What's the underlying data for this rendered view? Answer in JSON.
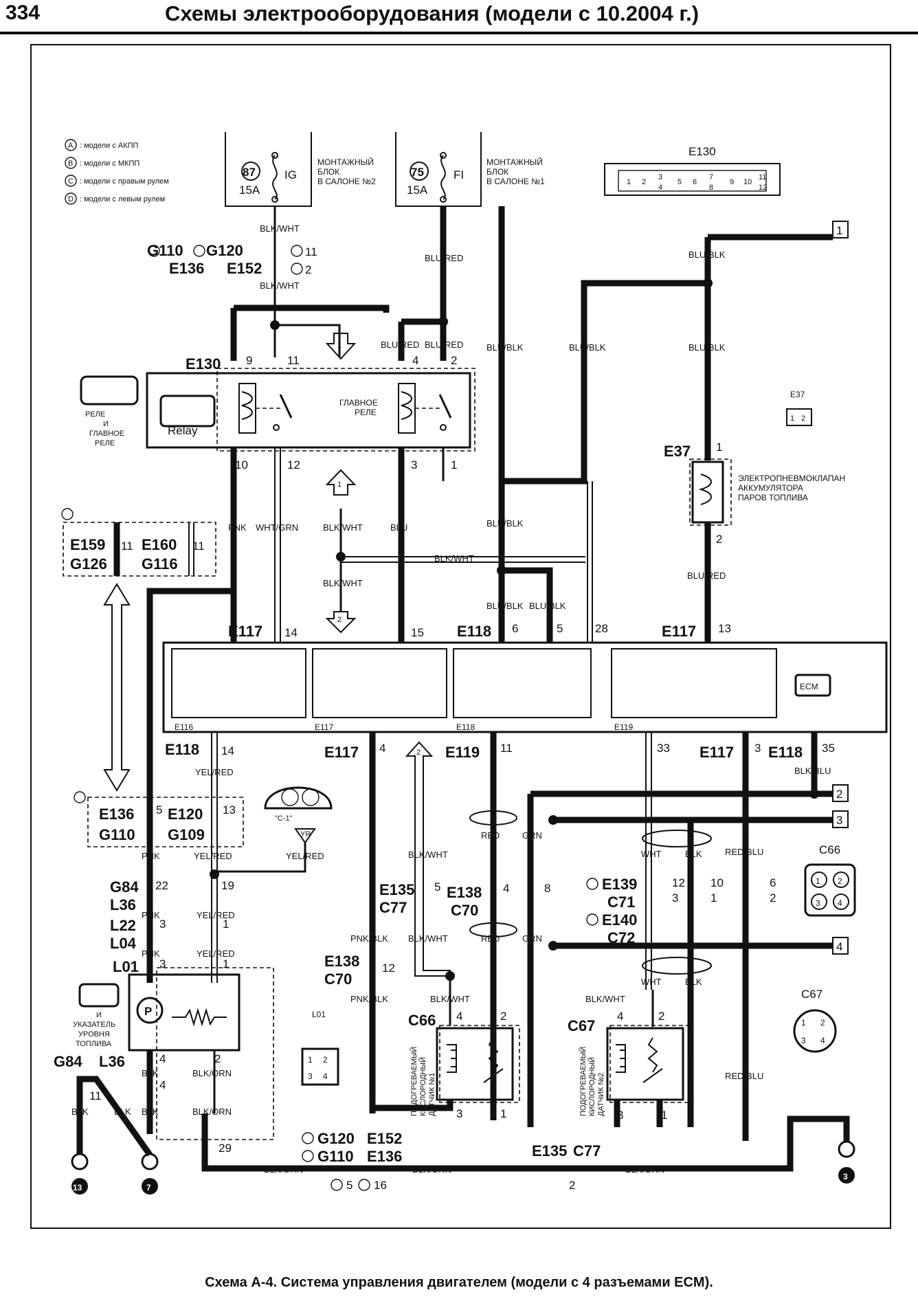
{
  "header": {
    "page_number": "334",
    "title": "Схемы электрооборудования (модели с 10.2004 г.)"
  },
  "caption": "Схема А-4. Система управления двигателем (модели с 4 разъемами ECM).",
  "legend": [
    {
      "mark": "A",
      "text": ": модели с АКПП"
    },
    {
      "mark": "B",
      "text": ": модели с МКПП"
    },
    {
      "mark": "C",
      "text": ": модели с правым рулем"
    },
    {
      "mark": "D",
      "text": ": модели с левым рулем"
    }
  ],
  "fuses": {
    "ig": {
      "number": "87",
      "amps": "15A",
      "name": "IG",
      "block": [
        "МОНТАЖНЫЙ",
        "БЛОК",
        "В САЛОНЕ №2"
      ]
    },
    "fi": {
      "number": "75",
      "amps": "15A",
      "name": "FI",
      "block": [
        "МОНТАЖНЫЙ",
        "БЛОК",
        "В САЛОНЕ №1"
      ]
    }
  },
  "connectors": {
    "e130_top": {
      "label": "E130",
      "pins": [
        "1",
        "2",
        "3",
        "4",
        "5",
        "6",
        "7",
        "8",
        "9",
        "10",
        "11",
        "12"
      ]
    },
    "g110": "G110",
    "g120": "G120",
    "e136": "E136",
    "e152": "E152",
    "c11": "11",
    "d2": "2",
    "e130": "E130",
    "e37_small": "E37",
    "e37_small_pins": [
      "1",
      "2"
    ],
    "e37": "E37",
    "e117_a": "E117",
    "e118_a": "E118",
    "e117_b": "E117",
    "e159": "E159",
    "g126": "G126",
    "e160": "E160",
    "g116": "G116",
    "e136_b": "E136",
    "g110_b": "G110",
    "e120": "E120",
    "g109": "G109",
    "g84": "G84",
    "l36": "L36",
    "l22": "L22",
    "l04": "L04",
    "l01": "L01",
    "e118_b": "E118",
    "e117_c": "E117",
    "e119": "E119",
    "e117_d": "E117",
    "e118_c": "E118",
    "e135": "E135",
    "c77": "C77",
    "e138": "E138",
    "c70": "C70",
    "e139": "E139",
    "c71": "C71",
    "e140": "E140",
    "c72": "C72",
    "e138_b": "E138",
    "c70_b": "C70",
    "c66": "C66",
    "c67": "C67",
    "c66_side": "C66",
    "c67_side": "C67",
    "l01_small": "L01",
    "l01_pins": [
      "1",
      "2",
      "3",
      "4"
    ],
    "c66_pins": [
      "1",
      "2",
      "3",
      "4"
    ],
    "c67_pins": [
      "1",
      "2",
      "3",
      "4"
    ],
    "g84_b": "G84",
    "l36_b": "L36",
    "g120_b": "G120",
    "e152_b": "E152",
    "g110_c": "G110",
    "e136_c": "E136",
    "e135_b": "E135",
    "c77_b": "C77",
    "c5": "5",
    "d16": "16"
  },
  "wires": {
    "blk_wht": "BLK/WHT",
    "blu_red": "BLU/RED",
    "blu_blk": "BLU/BLK",
    "pnk": "PNK",
    "wht_grn": "WHT/GRN",
    "blu": "BLU",
    "yel_red": "YEL/RED",
    "blk_blu": "BLK/BLU",
    "red": "RED",
    "grn": "GRN",
    "wht": "WHT",
    "blk": "BLK",
    "red_blu": "RED/BLU",
    "pnk_blk": "PNK/BLK",
    "blk_orn": "BLK/ORN"
  },
  "components": {
    "relay_label": [
      "РЕЛЕ",
      "И",
      "ГЛАВНОЕ",
      "РЕЛЕ"
    ],
    "relay_text": "Relay",
    "main_relay": [
      "ГЛАВНОЕ",
      "РЕЛЕ"
    ],
    "e37_desc": [
      "ЭЛЕКТРОПНЕВМОКЛАПАН",
      "АККУМУЛЯТОРА",
      "ПАРОВ ТОПЛИВА"
    ],
    "pump_label": [
      "И",
      "УКАЗАТЕЛЬ",
      "УРОВНЯ",
      "ТОПЛИВА"
    ],
    "sensor1": [
      "ПОДОГРЕВАЕМЫЙ",
      "КИСЛОРОДНЫЙ",
      "ДАТЧИК №1"
    ],
    "sensor2": [
      "ПОДОГРЕВАЕМЫЙ",
      "КИСЛОРОДНЫЙ",
      "ДАТЧИК №2"
    ],
    "ecm": "ECM",
    "ecm_connectors": [
      "E116",
      "E117",
      "E118",
      "E119"
    ],
    "c1": "\"C-1\"",
    "yr": "YR",
    "pump_p": "P"
  },
  "arrows": {
    "one": "1",
    "two": "2",
    "three": "3",
    "four": "4"
  },
  "grounds": {
    "g13": "13",
    "g7": "7",
    "g3": "3"
  },
  "pins": {
    "p9": "9",
    "p11": "11",
    "p4": "4",
    "p2": "2",
    "p10": "10",
    "p12": "12",
    "p3": "3",
    "p1": "1",
    "p14": "14",
    "p15": "15",
    "p6": "6",
    "p5": "5",
    "p28": "28",
    "p13": "13",
    "p22": "22",
    "p19": "19",
    "p33": "33",
    "p35": "35",
    "p8": "8",
    "p29": "29",
    "p16": "16"
  }
}
